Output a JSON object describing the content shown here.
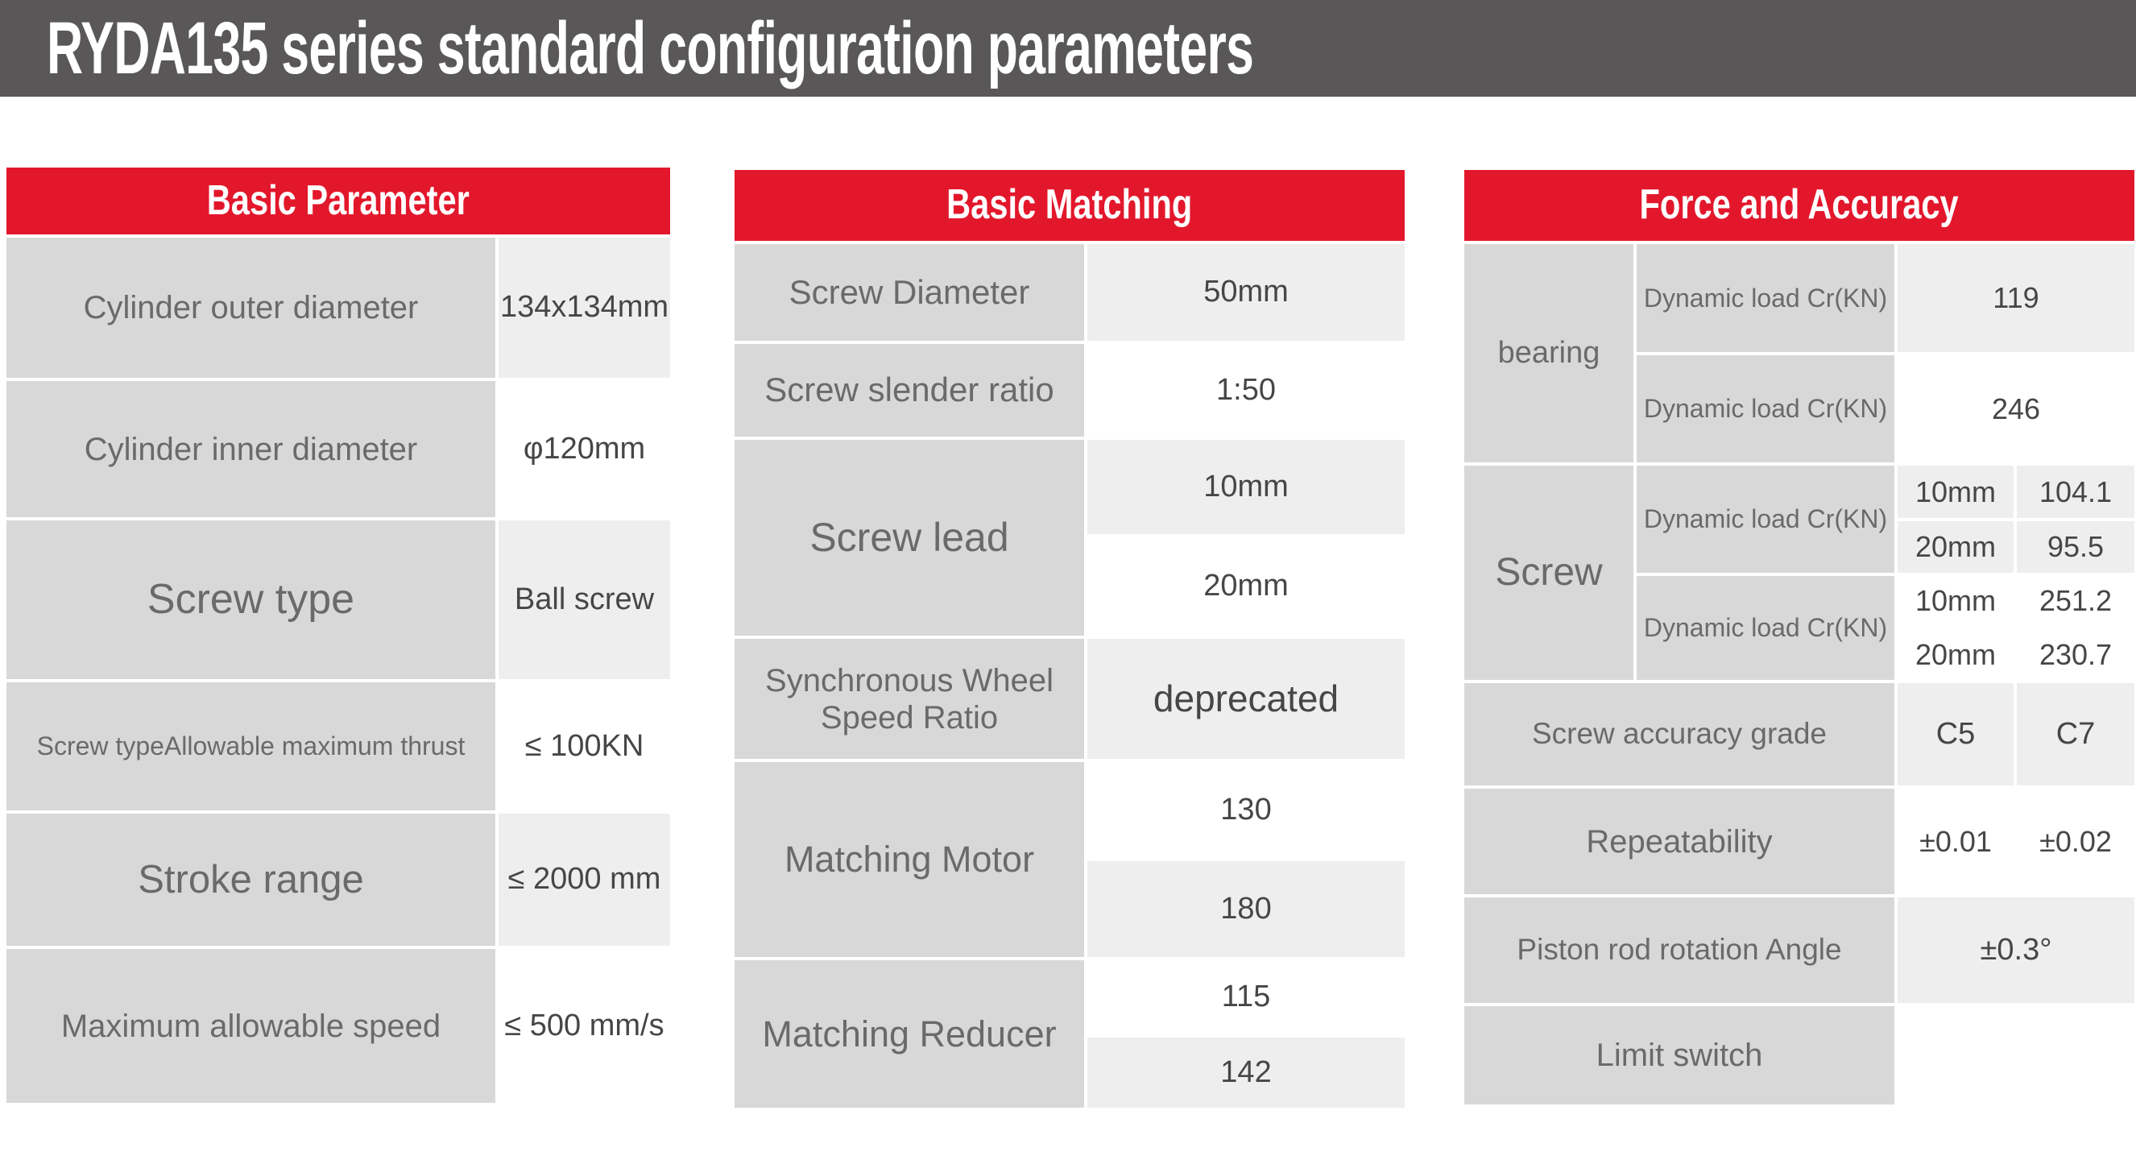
{
  "title_bar": {
    "text": "RYDA135 series standard configuration parameters"
  },
  "colors": {
    "title_bar_bg": "#595757",
    "accent_red": "#e3172c",
    "label_cell_bg": "#d9d8d8",
    "value_cell_light_bg": "#efeeef",
    "value_cell_white_bg": "#ffffff",
    "label_text": "#6b6969",
    "value_text": "#474546",
    "header_text": "#ffffff"
  },
  "basic_parameter": {
    "header": "Basic Parameter",
    "rows": [
      {
        "label": "Cylinder outer diameter",
        "value": "134x134mm"
      },
      {
        "label": "Cylinder inner diameter",
        "value": "φ120mm"
      },
      {
        "label": "Screw type",
        "value": "Ball screw"
      },
      {
        "label": "Screw typeAllowable maximum thrust",
        "value": "≤ 100KN"
      },
      {
        "label": "Stroke range",
        "value": "≤ 2000 mm"
      },
      {
        "label": "Maximum allowable speed",
        "value": "≤ 500 mm/s"
      }
    ]
  },
  "basic_matching": {
    "header": "Basic Matching",
    "screw_diameter": {
      "label": "Screw Diameter",
      "value": "50mm"
    },
    "screw_slender_ratio": {
      "label": "Screw slender ratio",
      "value": "1:50"
    },
    "screw_lead": {
      "label": "Screw lead",
      "values": [
        "10mm",
        "20mm"
      ]
    },
    "sync_wheel": {
      "label": "Synchronous Wheel Speed Ratio",
      "value": "deprecated"
    },
    "matching_motor": {
      "label": "Matching Motor",
      "values": [
        "130",
        "180"
      ]
    },
    "matching_reducer": {
      "label": "Matching Reducer",
      "values": [
        "115",
        "142"
      ]
    }
  },
  "force_accuracy": {
    "header": "Force and Accuracy",
    "bearing": {
      "group": "bearing",
      "rows": [
        {
          "label": "Dynamic load Cr(KN)",
          "value": "119"
        },
        {
          "label": "Dynamic load Cr(KN)",
          "value": "246"
        }
      ]
    },
    "screw": {
      "group": "Screw",
      "rows": [
        {
          "label": "Dynamic load Cr(KN)",
          "entries": [
            {
              "lead": "10mm",
              "value": "104.1"
            },
            {
              "lead": "20mm",
              "value": "95.5"
            }
          ]
        },
        {
          "label": "Dynamic load Cr(KN)",
          "entries": [
            {
              "lead": "10mm",
              "value": "251.2"
            },
            {
              "lead": "20mm",
              "value": "230.7"
            }
          ]
        }
      ]
    },
    "screw_accuracy_grade": {
      "label": "Screw accuracy grade",
      "values": [
        "C5",
        "C7"
      ]
    },
    "repeatability": {
      "label": "Repeatability",
      "values": [
        "±0.01",
        "±0.02"
      ]
    },
    "piston_rod_rotation_angle": {
      "label": "Piston rod rotation Angle",
      "value": "±0.3°"
    },
    "limit_switch": {
      "label": "Limit switch",
      "value": ""
    }
  }
}
